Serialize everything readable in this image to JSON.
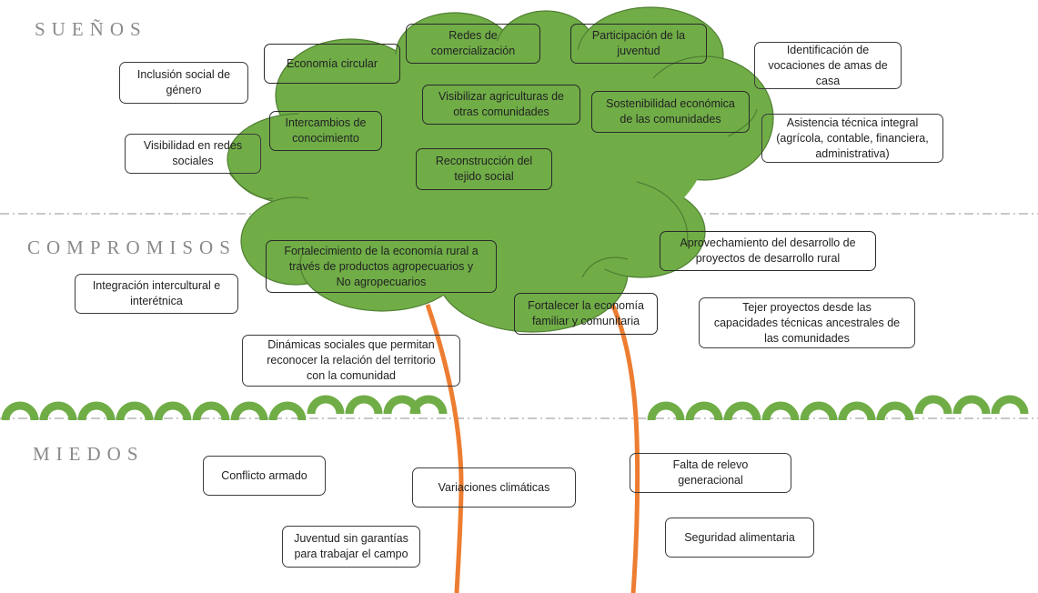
{
  "colors": {
    "foliage": "#70ad47",
    "foliage_edge": "#507e32",
    "trunk": "#ed7d31",
    "grass": "#70ad47",
    "divider": "#a6a6a6",
    "label": "#8a8a8a"
  },
  "sections": {
    "dreams": "SUEÑOS",
    "commitments": "COMPROMISOS",
    "fears": "MIEDOS"
  },
  "notes": {
    "economia_circular": "Economía circular",
    "redes_comercializacion": "Redes de\ncomercialización",
    "participacion_juventud": "Participación de la\njuventud",
    "identificacion_vocaciones": "Identificación de\nvocaciones de amas de\ncasa",
    "inclusion_genero": "Inclusión social de\ngénero",
    "visibilizar_agriculturas": "Visibilizar agriculturas de\notras comunidades",
    "sostenibilidad": "Sostenibilidad económica\nde las comunidades",
    "intercambios": "Intercambios de\nconocimiento",
    "asistencia_tecnica": "Asistencia técnica integral\n(agrícola, contable, financiera,\nadministrativa)",
    "visibilidad_redes": "Visibilidad en redes\nsociales",
    "reconstruccion": "Reconstrucción del\ntejido social",
    "fortalecimiento_rural": "Fortalecimiento de la economía rural a\ntravés de productos agropecuarios y\nNo agropecuarios",
    "aprovechamiento": "Aprovechamiento del desarrollo de\nproyectos de desarrollo rural",
    "integracion": "Integración intercultural e\ninterétnica",
    "fortalecer_familiar": "Fortalecer la economía\nfamiliar y comunitaria",
    "tejer_proyectos": "Tejer proyectos desde las\ncapacidades técnicas ancestrales de\nlas comunidades",
    "dinamicas_sociales": "Dinámicas sociales que permitan\nreconocer la relación del territorio\ncon la comunidad",
    "conflicto_armado": "Conflicto armado",
    "variaciones_climaticas": "Variaciones climáticas",
    "falta_relevo": "Falta de relevo\ngeneracional",
    "juventud_garantias": "Juventud sin garantías\npara trabajar el campo",
    "seguridad_alimentaria": "Seguridad alimentaria"
  }
}
